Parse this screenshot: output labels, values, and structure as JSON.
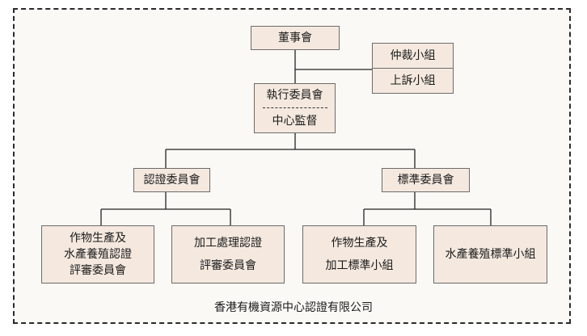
{
  "board": "董事會",
  "arbitration": "仲裁小組",
  "appeal": "上訴小組",
  "executive": {
    "title": "執行委員會",
    "sub": "中心監督"
  },
  "certification_committee": "認證委員會",
  "standards_committee": "標準委員會",
  "crop_aqua_review": [
    "作物生產及",
    "水產養殖認證",
    "評審委員會"
  ],
  "processing_review": [
    "加工處理認證",
    "評審委員會"
  ],
  "crop_processing_standards": [
    "作物生產及",
    "加工標準小組"
  ],
  "aqua_standards": "水產養殖標準小組",
  "organization": "香港有機資源中心認證有限公司"
}
